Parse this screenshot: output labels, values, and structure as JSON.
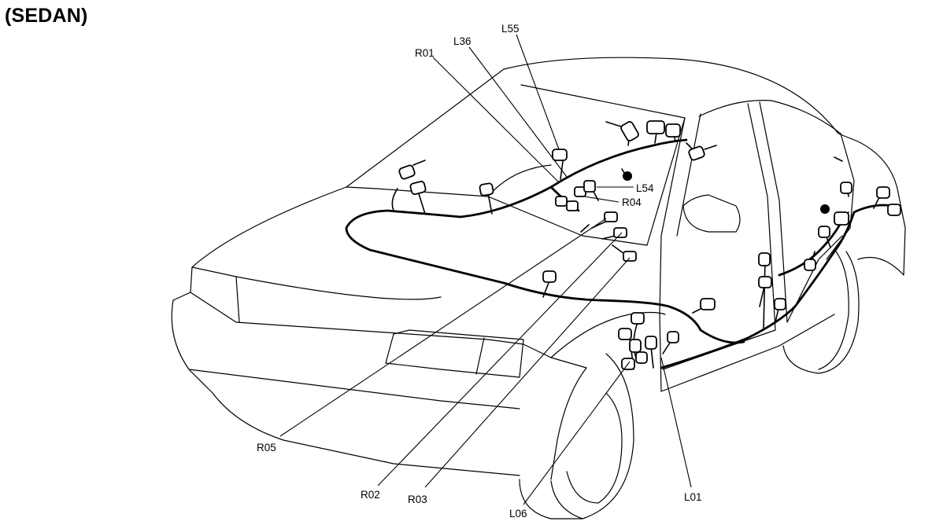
{
  "title": "(SEDAN)",
  "callouts": [
    {
      "id": "R01",
      "text": "R01"
    },
    {
      "id": "L36",
      "text": "L36"
    },
    {
      "id": "L55",
      "text": "L55"
    },
    {
      "id": "L54",
      "text": "L54"
    },
    {
      "id": "R04",
      "text": "R04"
    },
    {
      "id": "R05",
      "text": "R05"
    },
    {
      "id": "R02",
      "text": "R02"
    },
    {
      "id": "R03",
      "text": "R03"
    },
    {
      "id": "L06",
      "text": "L06"
    },
    {
      "id": "L01",
      "text": "L01"
    }
  ]
}
